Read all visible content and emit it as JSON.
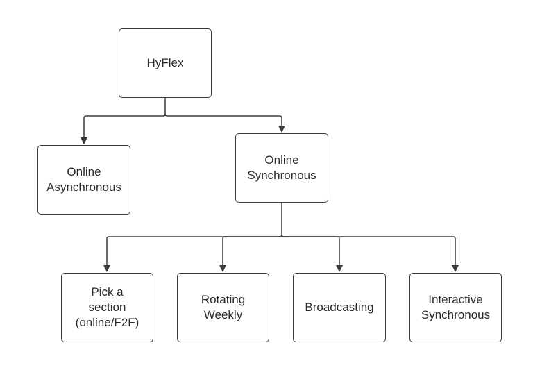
{
  "diagram": {
    "root": {
      "label": "HyFlex"
    },
    "level2": [
      {
        "label": "Online\nAsynchronous"
      },
      {
        "label": "Online\nSynchronous"
      }
    ],
    "level3": [
      {
        "label": "Pick a\nsection\n(online/F2F)"
      },
      {
        "label": "Rotating\nWeekly"
      },
      {
        "label": "Broadcasting"
      },
      {
        "label": "Interactive\nSynchronous"
      }
    ],
    "colors": {
      "stroke": "#3a3a3a",
      "text": "#2b2b2b",
      "background": "#ffffff"
    }
  }
}
